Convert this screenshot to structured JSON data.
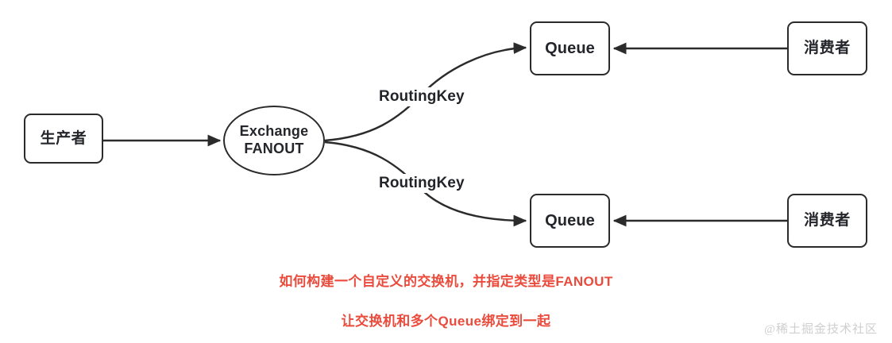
{
  "diagram": {
    "title_text": "",
    "stroke_color": "#2b2b2b",
    "accent_color": "#ea4b3c",
    "background_color": "#ffffff",
    "nodes": {
      "producer": {
        "label": "生产者"
      },
      "exchange": {
        "label": "Exchange\nFANOUT"
      },
      "queue_top": {
        "label": "Queue"
      },
      "queue_bottom": {
        "label": "Queue"
      },
      "consumer_top": {
        "label": "消费者"
      },
      "consumer_bottom": {
        "label": "消费者"
      }
    },
    "edge_labels": {
      "routing_key_top": "RoutingKey",
      "routing_key_bottom": "RoutingKey"
    },
    "captions": [
      "如何构建一个自定义的交换机，并指定类型是FANOUT",
      "让交换机和多个Queue绑定到一起"
    ],
    "watermark": "@稀土掘金技术社区"
  }
}
